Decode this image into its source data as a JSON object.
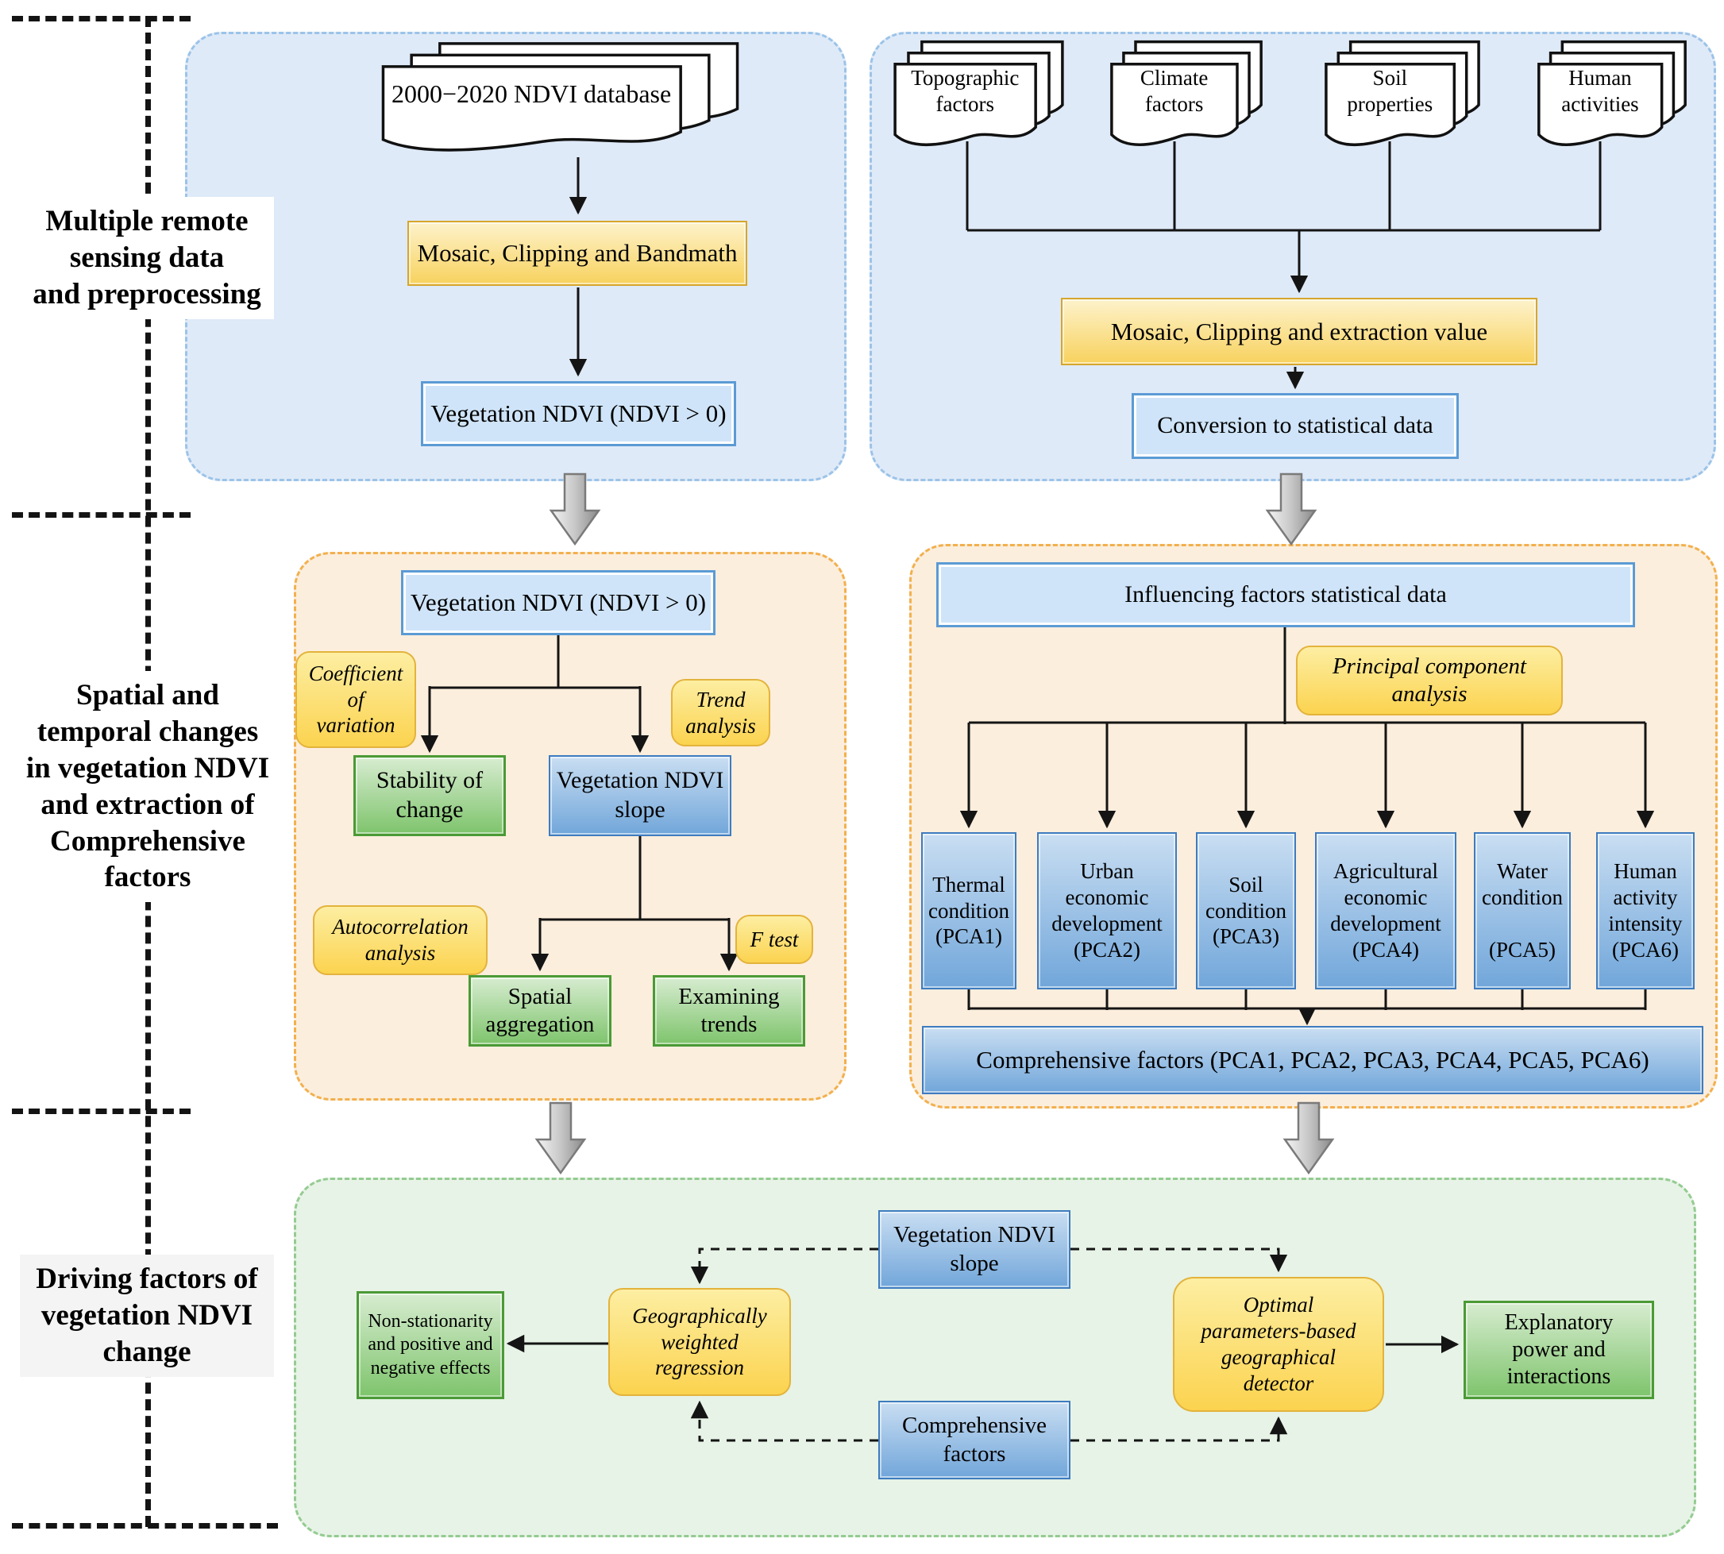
{
  "section_labels": {
    "preprocessing": "Multiple remote\nsensing data\nand preprocessing",
    "spatiotemporal": "Spatial and\ntemporal changes\nin vegetation NDVI\nand extraction of\nComprehensive\nfactors",
    "driving": "Driving factors of\nvegetation NDVI\nchange"
  },
  "preprocessing_left": {
    "ndvi_database_doc": "2000−2020 NDVI database",
    "mosaic_box": "Mosaic, Clipping and Bandmath",
    "vegetation_ndvi_box": "Vegetation NDVI (NDVI > 0)"
  },
  "preprocessing_right": {
    "docs": [
      "Topographic\nfactors",
      "Climate\nfactors",
      "Soil\nproperties",
      "Human\nactivities"
    ],
    "mosaic_box": "Mosaic, Clipping and extraction value",
    "conversion_box": "Conversion to statistical data"
  },
  "spatiotemporal_left": {
    "vegetation_ndvi_box": "Vegetation NDVI (NDVI > 0)",
    "coefficient_label": "Coefficient\nof\nvariation",
    "trend_label": "Trend\nanalysis",
    "stability_box": "Stability of\nchange",
    "slope_box": "Vegetation NDVI\nslope",
    "autocorrelation_label": "Autocorrelation\nanalysis",
    "ftest_label": "F test",
    "spatial_box": "Spatial\naggregation",
    "examining_box": "Examining\ntrends"
  },
  "spatiotemporal_right": {
    "influencing_box": "Influencing factors statistical data",
    "pca_label": "Principal component\nanalysis",
    "pca_boxes": [
      "Thermal\ncondition\n(PCA1)",
      "Urban\neconomic\ndevelopment\n(PCA2)",
      "Soil\ncondition\n(PCA3)",
      "Agricultural\neconomic\ndevelopment\n(PCA4)",
      "Water\ncondition\n\n(PCA5)",
      "Human\nactivity\nintensity\n(PCA6)"
    ],
    "comprehensive_box": "Comprehensive factors (PCA1, PCA2, PCA3, PCA4, PCA5, PCA6)"
  },
  "driving": {
    "slope_box": "Vegetation NDVI\nslope",
    "comprehensive_box": "Comprehensive\nfactors",
    "gwr_label": "Geographically\nweighted\nregression",
    "opgd_label": "Optimal\nparameters-based\ngeographical\ndetector",
    "nonstationarity_box": "Non-stationarity\nand positive and\nnegative effects",
    "explanatory_box": "Explanatory\npower and\ninteractions"
  },
  "colors": {
    "panel_blue_fill": "#dfeaf8",
    "panel_blue_border": "#9cc3e8",
    "panel_orange_fill": "#fceedd",
    "panel_orange_border": "#f2b04e",
    "panel_green_fill": "#e7f3e6",
    "panel_green_border": "#94cb91",
    "process_yellow_top": "#fdf2cb",
    "process_yellow_bottom": "#f8d25e",
    "process_yellow_border": "#d6a62c",
    "label_yellow_top": "#fdeea2",
    "label_yellow_bottom": "#fbd34f",
    "label_yellow_border": "#e3b33c",
    "box_lightblue_fill": "#cfe4f8",
    "box_lightblue_border": "#5b9bd5",
    "box_blue_top": "#c9def2",
    "box_blue_bottom": "#71a6da",
    "box_blue_border": "#3e7cbf",
    "box_green_top": "#d7ecd0",
    "box_green_bottom": "#7ec46c",
    "box_green_border": "#4b9a35"
  }
}
